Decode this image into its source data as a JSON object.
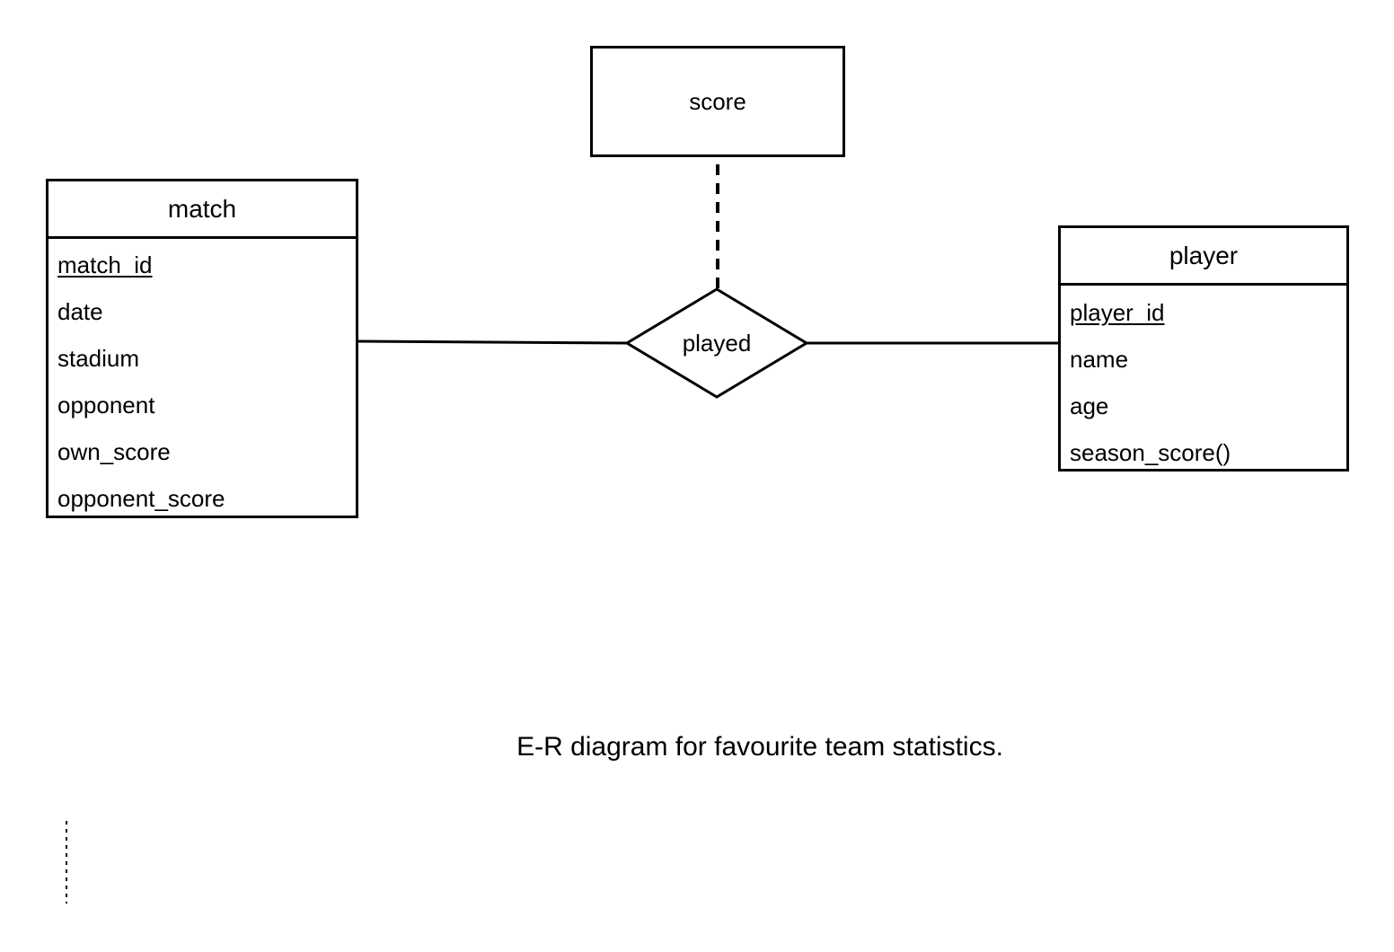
{
  "diagram": {
    "caption": "E-R diagram for favourite team statistics.",
    "entities": {
      "match": {
        "name": "match",
        "attributes": [
          "match_id",
          "date",
          "stadium",
          "opponent",
          "own_score",
          "opponent_score"
        ],
        "key": "match_id"
      },
      "player": {
        "name": "player",
        "attributes": [
          "player_id",
          "name",
          "age",
          "season_score()"
        ],
        "key": "player_id"
      },
      "score": {
        "name": "score"
      }
    },
    "relationship": {
      "name": "played"
    }
  }
}
